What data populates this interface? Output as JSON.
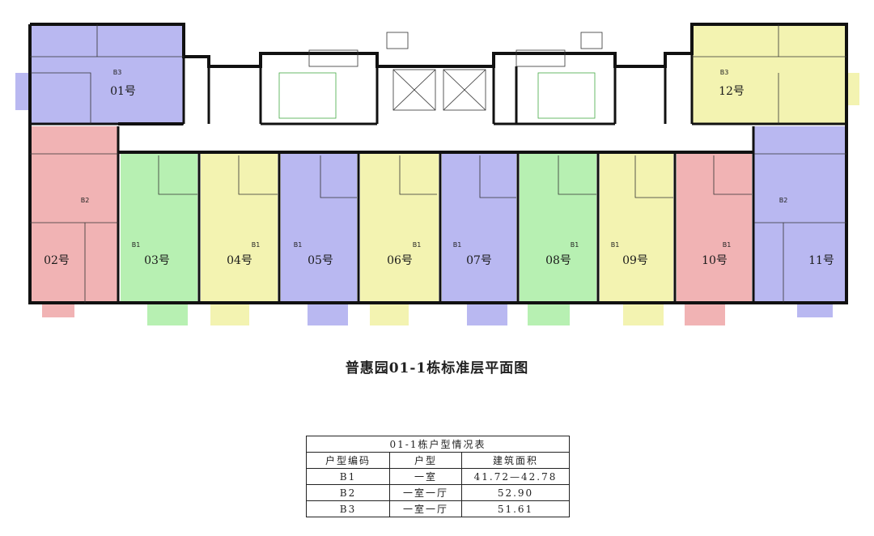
{
  "units": [
    {
      "number": "01号",
      "color": "#b9b8f1",
      "types": [
        "B3"
      ]
    },
    {
      "number": "02号",
      "color": "#f1b3b4",
      "types": [
        "B2"
      ]
    },
    {
      "number": "03号",
      "color": "#b7f0b2",
      "types": [
        "B1"
      ]
    },
    {
      "number": "04号",
      "color": "#f3f3b1",
      "types": [
        "B1"
      ]
    },
    {
      "number": "05号",
      "color": "#b9b8f1",
      "types": [
        "B1"
      ]
    },
    {
      "number": "06号",
      "color": "#f3f3b1",
      "types": [
        "B1"
      ]
    },
    {
      "number": "07号",
      "color": "#b9b8f1",
      "types": [
        "B1"
      ]
    },
    {
      "number": "08号",
      "color": "#b7f0b2",
      "types": [
        "B1"
      ]
    },
    {
      "number": "09号",
      "color": "#f3f3b1",
      "types": [
        "B1"
      ]
    },
    {
      "number": "10号",
      "color": "#f1b3b4",
      "types": [
        "B1"
      ]
    },
    {
      "number": "11号",
      "color": "#b9b8f1",
      "types": [
        "B2"
      ]
    },
    {
      "number": "12号",
      "color": "#f3f3b1",
      "types": [
        "B3"
      ]
    }
  ],
  "plan_title": "普惠园01-1栋标准层平面图",
  "summary_table": {
    "caption": "01-1栋户型情况表",
    "headers": [
      "户型编码",
      "户型",
      "建筑面积"
    ],
    "rows": [
      [
        "B1",
        "一室",
        "41.72—42.78"
      ],
      [
        "B2",
        "一室一厅",
        "52.90"
      ],
      [
        "B3",
        "一室一厅",
        "51.61"
      ]
    ]
  }
}
